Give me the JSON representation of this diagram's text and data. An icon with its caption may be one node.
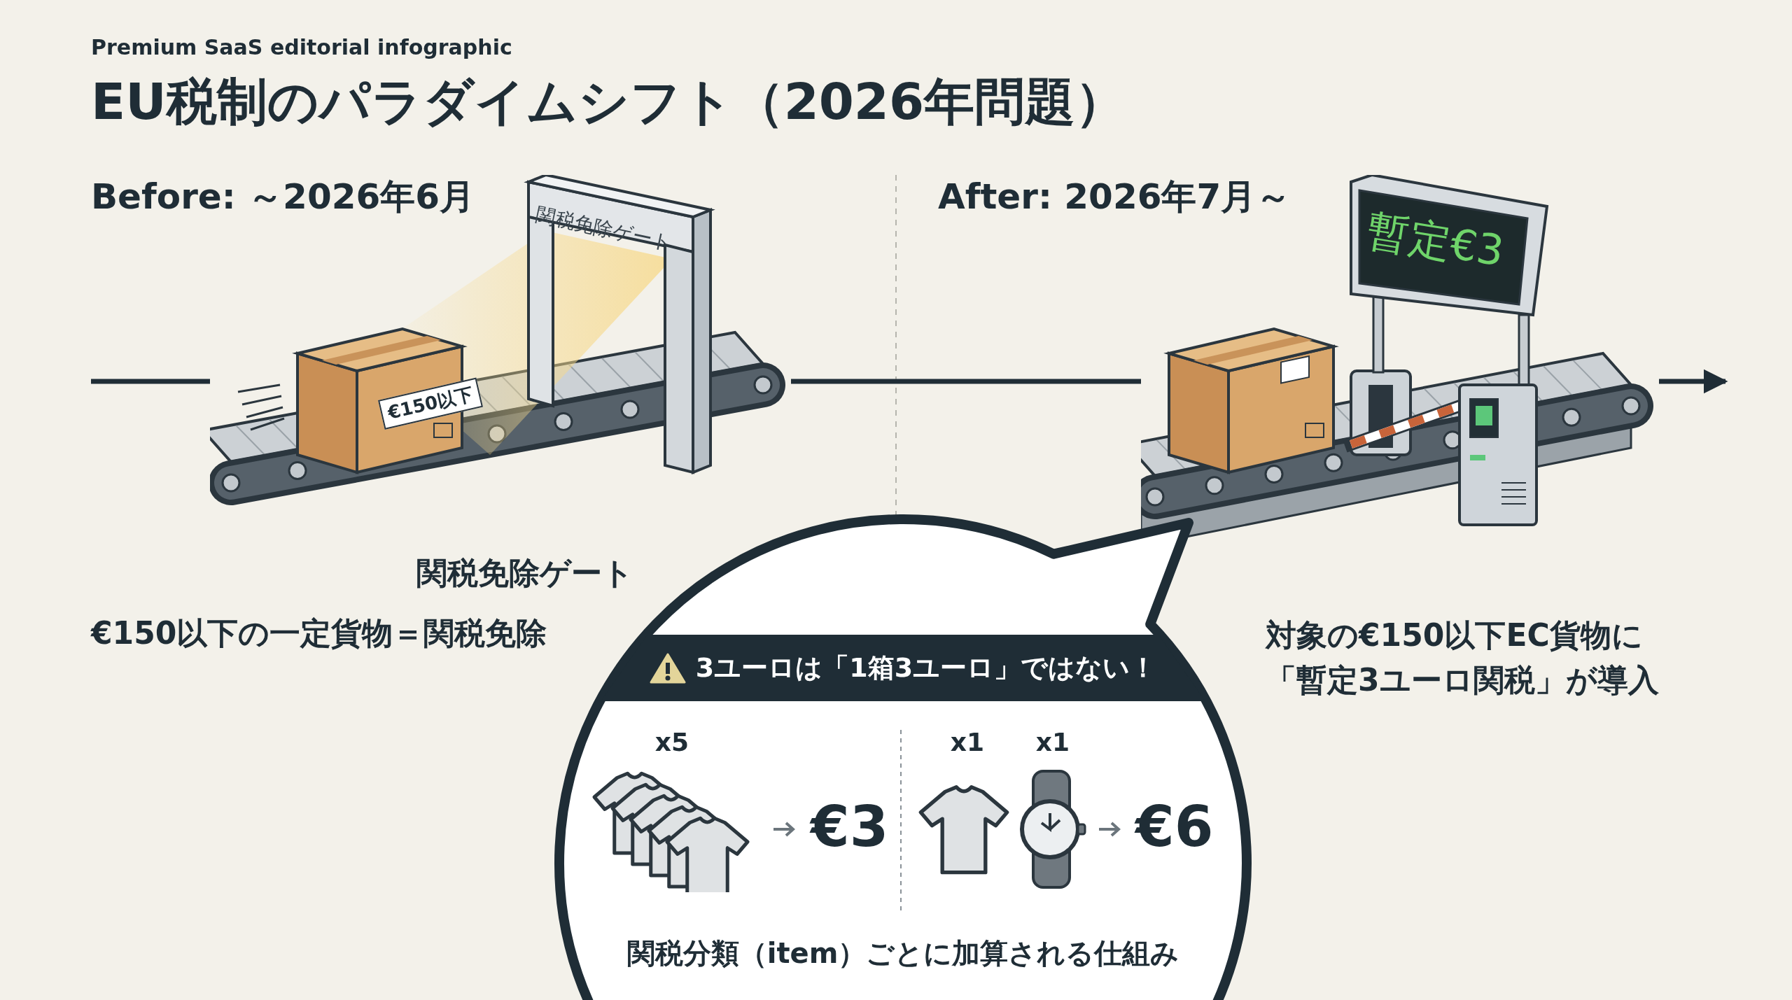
{
  "diagram": {
    "title": "EU税制のパラダイムシフト（2026年問題）",
    "nodes": [
      {
        "text": [
          "€150以下",
          "関税免除ゲート"
        ]
      },
      {
        "text": [
          "暫定€3"
        ]
      },
      {
        "text": [
          "3ユーロは「1箱3ユーロ」ではない！",
          "x5",
          "x1",
          "x1",
          "€3",
          "€6",
          "関税分類（item）ごとに加算される仕組み"
        ]
      }
    ],
    "edges": [
      {
        "from": null,
        "to": 0,
        "arrow": "none"
      },
      {
        "from": 0,
        "to": 1,
        "arrow": "none"
      },
      {
        "from": 1,
        "to": null,
        "arrow": "to"
      }
    ],
    "labels": [
      "Premium SaaS editorial infographic",
      "Before: ～2026年6月",
      "After: 2026年7月～",
      "関税免除ゲート",
      "€150以下の一定貨物＝関税免除",
      "対象の€150以下EC貨物に「暫定3ユーロ関税」が導入"
    ]
  }
}
